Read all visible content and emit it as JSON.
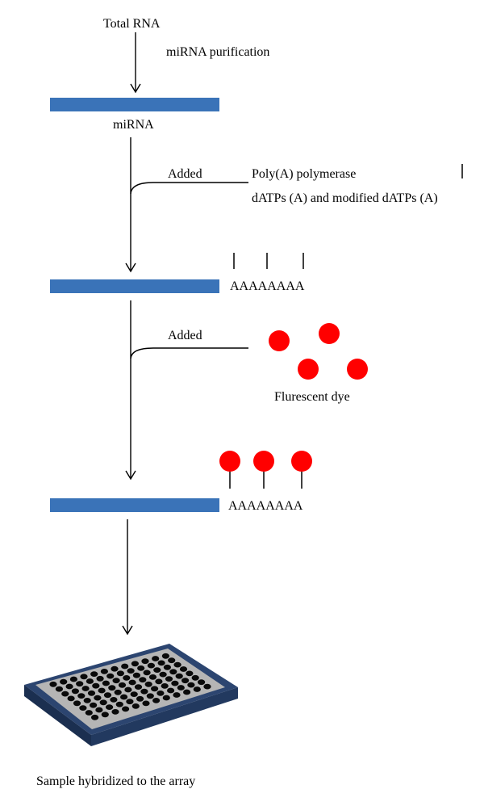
{
  "labels": {
    "total_rna": "Total RNA",
    "purification": "miRNA purification",
    "mirna": "miRNA",
    "added_1": "Added",
    "polymerase": "Poly(A) polymerase",
    "dntps": "dATPs (A) and modified dATPs (A)",
    "polya_1": "AAAAAAAA",
    "added_2": "Added",
    "dye": "Flurescent dye",
    "polya_2": "AAAAAAAA",
    "result": "Sample hybridized to the array"
  },
  "colors": {
    "strand": "#3a73b8",
    "dye": "#ff0000",
    "line": "#000000",
    "array_frame": "#2c4570",
    "array_surface": "#b5b5b5",
    "array_well": "#0a0a0a"
  },
  "icons": {
    "modified_dntp_mark": "vertical-bar",
    "dye_molecule": "red-circle",
    "microarray": "microarray-plate"
  }
}
